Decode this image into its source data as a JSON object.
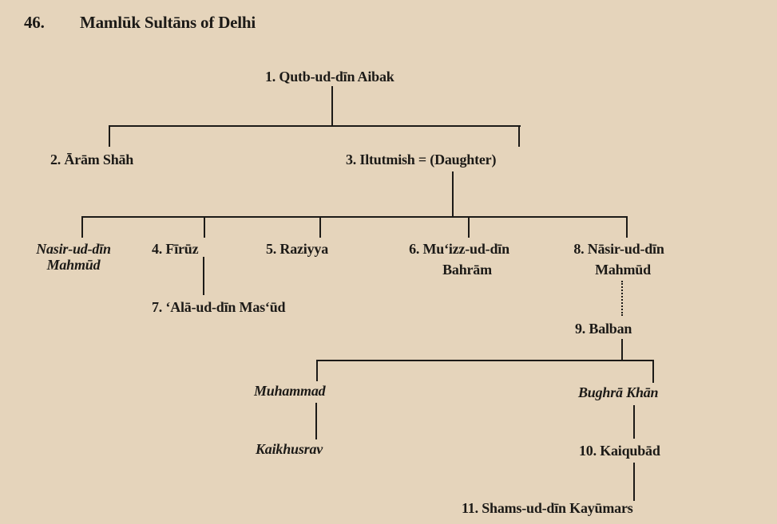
{
  "title": {
    "number": "46.",
    "text": "Mamlūk Sultāns of Delhi"
  },
  "nodes": {
    "qutb": "1. Qutb-ud-dīn Aibak",
    "aram": "2. Ārām Shāh",
    "iltutmish": "3. Iltutmish = (Daughter)",
    "nasir_a1": "Nasir-ud-dīn",
    "nasir_a2": "Mahmūd",
    "firuz": "4. Fīrūz",
    "raziyya": "5. Raziyya",
    "muizz1": "6. Mu‘izz-ud-dīn",
    "muizz2": "Bahrām",
    "nasir_b1": "8. Nāsir-ud-dīn",
    "nasir_b2": "Mahmūd",
    "ala": "7. ‘Alā-ud-dīn Mas‘ūd",
    "balban": "9. Balban",
    "muhammad": "Muhammad",
    "bughra": "Bughrā Khān",
    "kaikhusrav": "Kaikhusrav",
    "kaiqubad": "10. Kaiqubād",
    "shams": "11. Shams-ud-dīn Kayūmars"
  }
}
